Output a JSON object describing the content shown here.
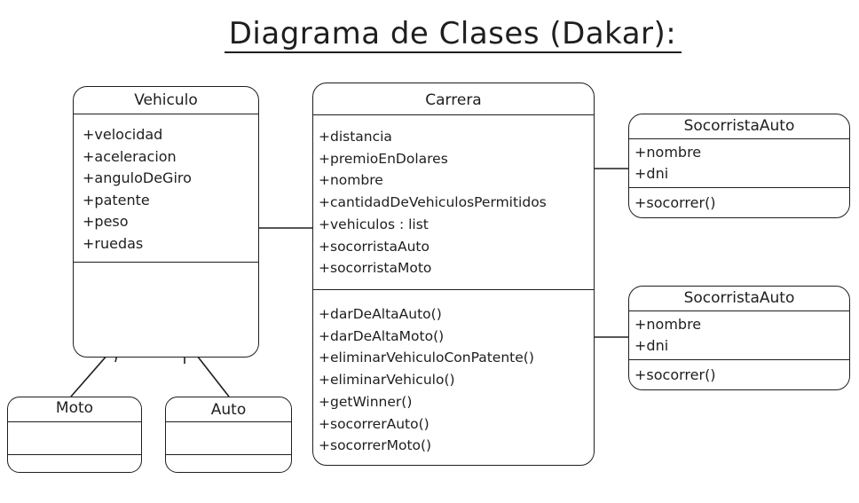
{
  "diagram": {
    "title": "Diagrama de Clases (Dakar):",
    "classes": {
      "vehiculo": {
        "name": "Vehiculo",
        "attributes": [
          "+velocidad",
          "+aceleracion",
          "+anguloDeGiro",
          "+patente",
          "+peso",
          "+ruedas"
        ],
        "methods": []
      },
      "carrera": {
        "name": "Carrera",
        "attributes": [
          "+distancia",
          "+premioEnDolares",
          "+nombre",
          "+cantidadDeVehiculosPermitidos",
          "+vehiculos : list",
          "+socorristaAuto",
          "+socorristaMoto"
        ],
        "methods": [
          "+darDeAltaAuto()",
          "+darDeAltaMoto()",
          "+eliminarVehiculoConPatente()",
          "+eliminarVehiculo()",
          "+getWinner()",
          "+socorrerAuto()",
          "+socorrerMoto()"
        ]
      },
      "socorrista_auto_1": {
        "name": "SocorristaAuto",
        "attributes": [
          "+nombre",
          "+dni"
        ],
        "methods": [
          "+socorrer()"
        ]
      },
      "socorrista_auto_2": {
        "name": "SocorristaAuto",
        "attributes": [
          "+nombre",
          "+dni"
        ],
        "methods": [
          "+socorrer()"
        ]
      },
      "moto": {
        "name": "Moto",
        "attributes": [],
        "methods": []
      },
      "auto": {
        "name": "Auto",
        "attributes": [],
        "methods": []
      }
    },
    "relations": [
      {
        "from": "moto",
        "to": "vehiculo",
        "type": "inheritance"
      },
      {
        "from": "auto",
        "to": "vehiculo",
        "type": "inheritance"
      },
      {
        "from": "vehiculo",
        "to": "carrera",
        "type": "association"
      },
      {
        "from": "carrera",
        "to": "socorrista_auto_1",
        "type": "association"
      },
      {
        "from": "carrera",
        "to": "socorrista_auto_2",
        "type": "association"
      }
    ],
    "colors": {
      "stroke": "#1e1e1e",
      "background": "#ffffff"
    }
  }
}
